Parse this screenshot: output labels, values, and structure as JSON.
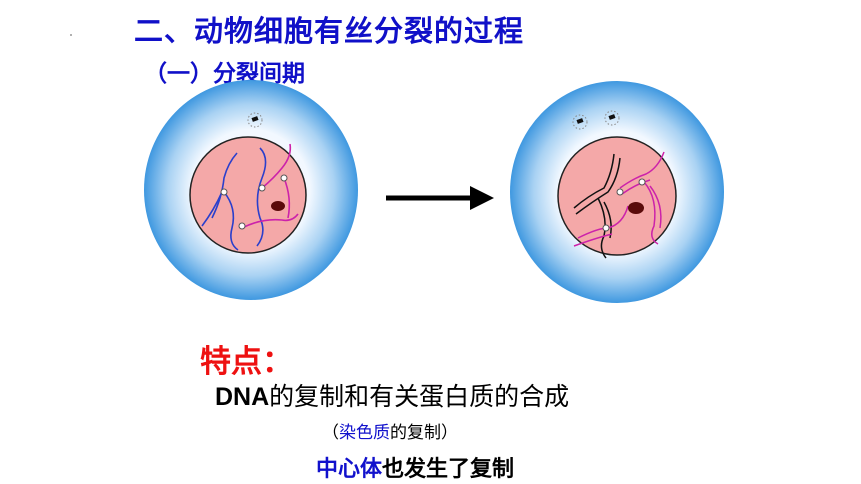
{
  "heading": {
    "title": "二、动物细胞有丝分裂的过程",
    "subtitle": "（一）分裂间期"
  },
  "figure": {
    "left_cell": "interphase-early",
    "right_cell": "interphase-late",
    "arrow_color": "#000000",
    "cytoplasm_color": "#4fa6e6",
    "nucleus_color": "#f4a8a8"
  },
  "notes": {
    "feature_label": "特点：",
    "line1_dna": "DNA",
    "line1_rest": "的复制和有关蛋白质的合成",
    "line2_open": "（",
    "line2_blue": "染色质",
    "line2_rest": "的复制）",
    "line3_blue": "中心体",
    "line3_rest": "也发生了复制"
  },
  "colors": {
    "title": "#1010c8",
    "feature": "#ee1111",
    "highlight": "#1111cc"
  }
}
